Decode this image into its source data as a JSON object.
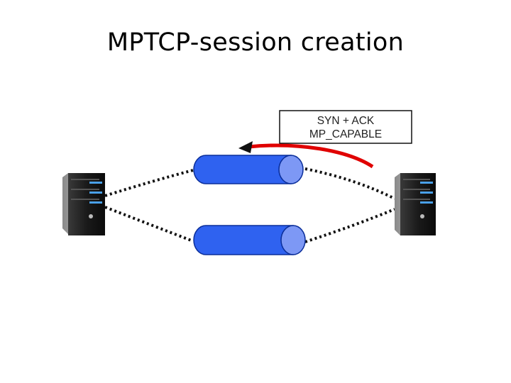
{
  "slide": {
    "title": "MPTCP-session creation"
  },
  "message_box": {
    "line1": "SYN + ACK",
    "line2": "MP_CAPABLE"
  },
  "colors": {
    "pipe": "#2f62f0",
    "pipe_end": "#7d98f5",
    "arrow": "#e00000",
    "server": "#1b1b1b",
    "server_led": "#4aa0e8"
  },
  "icons": [
    "server-icon",
    "server-icon",
    "arrow-icon"
  ]
}
